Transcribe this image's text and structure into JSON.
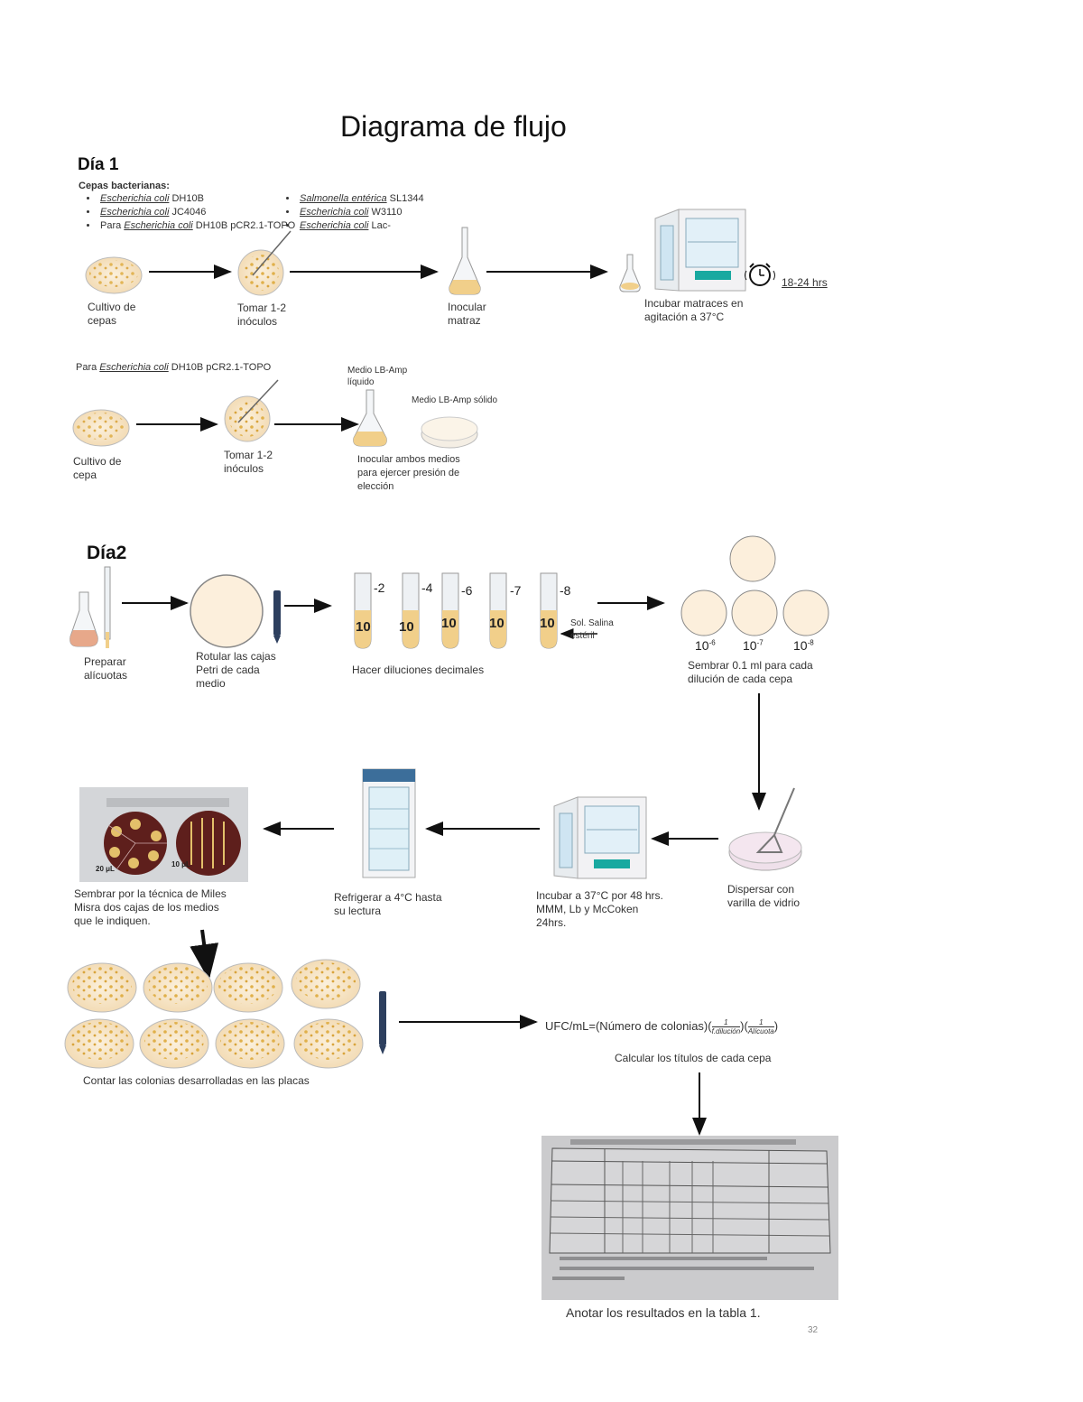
{
  "title": "Diagrama de flujo",
  "page_number": "32",
  "day1": {
    "heading": "Día 1",
    "strains_heading": "Cepas bacterianas:",
    "strains_left": [
      {
        "name": "Escherichia coli",
        "code": " DH10B"
      },
      {
        "name": "Escherichia coli",
        "code": " JC4046"
      },
      {
        "prefix": "Para ",
        "name": "Escherichia coli",
        "code": " DH10B pCR2.1-TOPO"
      }
    ],
    "strains_right": [
      {
        "name": "Salmonella entérica",
        "code": " SL1344"
      },
      {
        "name": "Escherichia coli",
        "code": " W3110"
      },
      {
        "name": "Escherichia coli",
        "code": " Lac-"
      }
    ],
    "row1": {
      "step1": "Cultivo de\ncepas",
      "step2": "Tomar 1-2\ninóculos",
      "step3": "Inocular\nmatraz",
      "step4": "Incubar matraces en\nagitación a 37°C",
      "time": "18-24 hrs"
    },
    "row2": {
      "heading_prefix": "Para ",
      "heading_name": "Escherichia coli",
      "heading_code": " DH10B pCR2.1-TOPO",
      "step1": "Cultivo de\ncepa",
      "step2": "Tomar 1-2\ninóculos",
      "step3": "Inocular ambos medios\npara ejercer presión de\nelección",
      "medium_liquid": "Medio LB-Amp\nlíquido",
      "medium_solid": "Medio LB-Amp sólido"
    }
  },
  "day2": {
    "heading": "Día2",
    "step_aliquots": "Preparar\nalícuotas",
    "step_label": "Rotular las cajas\nPetri de cada\nmedio",
    "dilution_labels": [
      "-2",
      "-4",
      "-6",
      "-7",
      "-8"
    ],
    "tube_label": "10",
    "saline": "Sol. Salina\nestéril",
    "step_dilutions": "Hacer diluciones decimales",
    "sow_exponents": [
      "-6",
      "-7",
      "-8"
    ],
    "sow_base": "10",
    "step_sow": "Sembrar 0.1 ml para cada\ndilución de cada cepa",
    "step_disperse": "Dispersar con\nvarilla de vidrio",
    "step_incubate": "Incubar a 37°C por 48 hrs.\nMMM, Lb y McCoken\n24hrs.",
    "step_refrigerate": "Refrigerar a 4°C hasta\nsu lectura",
    "step_miles": "Sembrar por la técnica de Miles\nMisra dos cajas de los medios\nque le indiquen.",
    "photo_label_1": "20 μL",
    "photo_label_2": "10 μL",
    "step_count": "Contar las colonias desarrolladas en las placas",
    "formula_lhs": "UFC/mL=(Número de colonias)(",
    "frac1_den": "f.dilución",
    "frac2_den": "Alícuota",
    "frac_num": "1",
    "step_calc": "Calcular los títulos de cada cepa",
    "table_caption": "Anotar los resultados en la tabla 1."
  },
  "colors": {
    "agar": "#f8e7cd",
    "colony": "#e0b04a",
    "arrow": "#111111",
    "incubator_screen": "#19a9a0"
  }
}
